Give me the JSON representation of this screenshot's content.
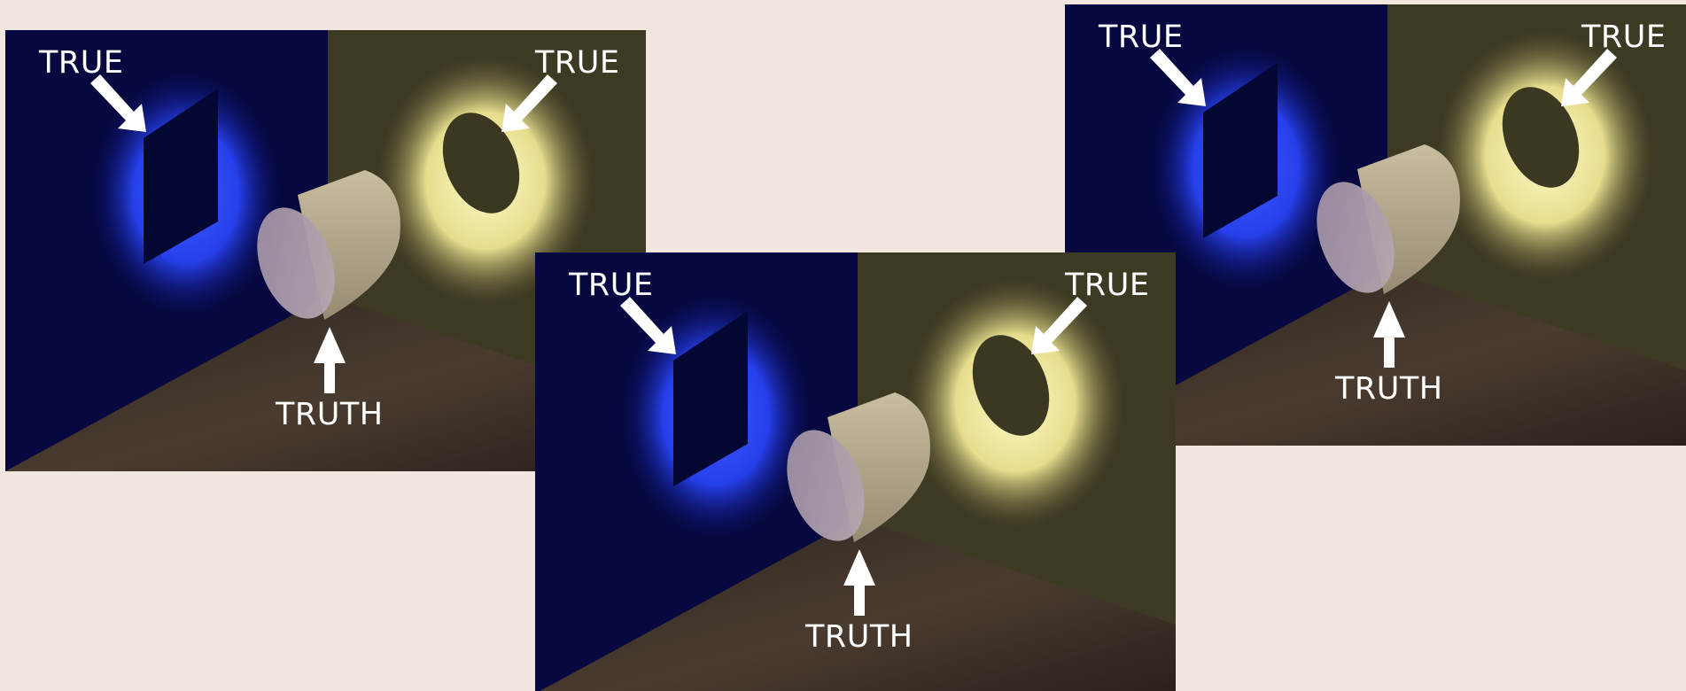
{
  "colors": {
    "background": "#f1e7de",
    "blue_wall": "#06083f",
    "blue_glow": "#1f3cff",
    "olive_wall": "#3d3a24",
    "yellow_glow": "#f6f0a0",
    "floor": "#3a2f26",
    "cylinder": "#b7ab94",
    "arrow": "#ffffff"
  },
  "icons": [
    "square-hole-icon",
    "circle-hole-icon",
    "cylinder-icon",
    "arrow-icon"
  ],
  "panels": [
    {
      "true_left": "TRUE",
      "true_right": "TRUE",
      "truth": "TRUTH"
    },
    {
      "true_left": "TRUE",
      "true_right": "TRUE",
      "truth": "TRUTH"
    },
    {
      "true_left": "TRUE",
      "true_right": "TRUE",
      "truth": "TRUTH"
    }
  ]
}
